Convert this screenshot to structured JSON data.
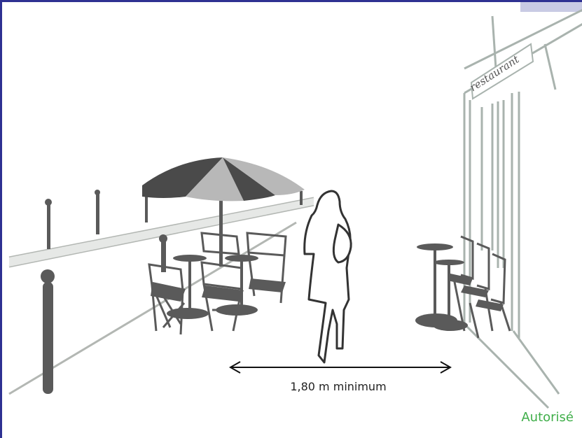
{
  "illustration": {
    "sign_text": "restaurant",
    "measurement_label": "1,80 m minimum",
    "status_label": "Autorisé",
    "colors": {
      "frame": "#2e3192",
      "furniture": "#5a5a5a",
      "umbrella_dark": "#4a4a4a",
      "umbrella_light": "#b8b8b8",
      "wall": "#a9b3ae",
      "status": "#3fae49"
    }
  }
}
